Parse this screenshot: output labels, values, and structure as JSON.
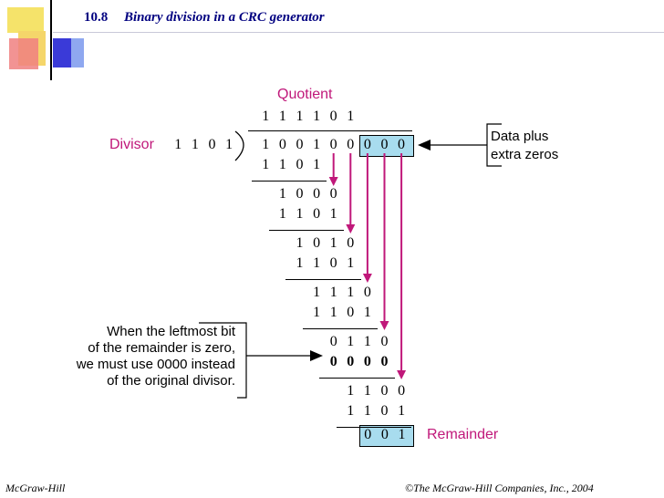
{
  "header": {
    "number": "10.8",
    "title": "Binary division in a CRC generator"
  },
  "labels": {
    "quotient": "Quotient",
    "divisor": "Divisor",
    "data_plus_line1": "Data plus",
    "data_plus_line2": "extra zeros",
    "remainder": "Remainder",
    "note_line1": "When the leftmost bit",
    "note_line2": "of the remainder is zero,",
    "note_line3": "we must use 0000 instead",
    "note_line4": "of the original divisor."
  },
  "quotient_digits": [
    "1",
    "1",
    "1",
    "1",
    "0",
    "1"
  ],
  "divisor_digits": [
    "1",
    "1",
    "0",
    "1"
  ],
  "dividend_digits": [
    "1",
    "0",
    "0",
    "1",
    "0",
    "0",
    "0",
    "0",
    "0"
  ],
  "steps": [
    {
      "sub": [
        "1",
        "1",
        "0",
        "1"
      ]
    },
    {
      "rem": [
        "1",
        "0",
        "0",
        "0"
      ],
      "sub": [
        "1",
        "1",
        "0",
        "1"
      ]
    },
    {
      "rem": [
        "1",
        "0",
        "1",
        "0"
      ],
      "sub": [
        "1",
        "1",
        "0",
        "1"
      ]
    },
    {
      "rem": [
        "1",
        "1",
        "1",
        "0"
      ],
      "sub": [
        "1",
        "1",
        "0",
        "1"
      ]
    },
    {
      "rem": [
        "0",
        "1",
        "1",
        "0"
      ],
      "sub": [
        "0",
        "0",
        "0",
        "0"
      ]
    },
    {
      "rem": [
        "1",
        "1",
        "0",
        "0"
      ],
      "sub": [
        "1",
        "1",
        "0",
        "1"
      ]
    }
  ],
  "remainder_digits": [
    "0",
    "0",
    "1"
  ],
  "footer": {
    "left": "McGraw-Hill",
    "right": "©The McGraw-Hill Companies, Inc., 2004"
  },
  "colors": {
    "accent": "#c0187a",
    "highlight": "#a8dcee",
    "title": "#000080",
    "deco_yellow": "#f5e36a",
    "deco_red": "#f08080",
    "deco_blue": "#3a3ad8"
  }
}
